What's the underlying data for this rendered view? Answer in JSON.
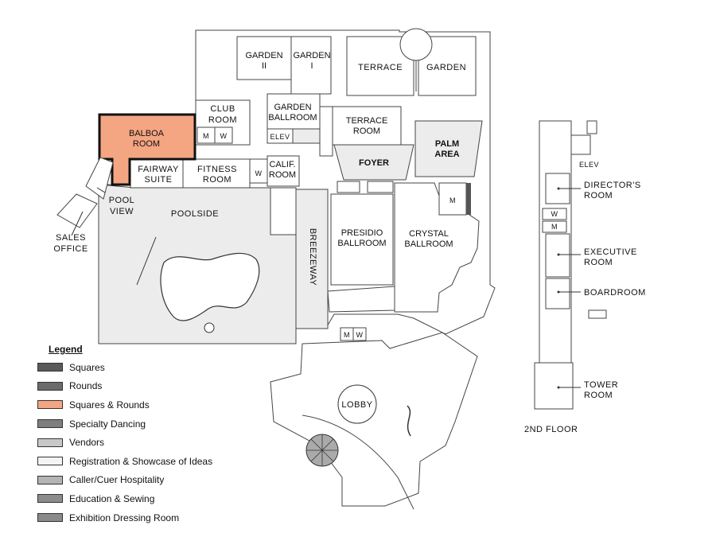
{
  "rooms": {
    "garden_ii": [
      "GARDEN",
      "II"
    ],
    "garden_i": [
      "GARDEN",
      "I"
    ],
    "terrace": "TERRACE",
    "garden": "GARDEN",
    "club_room": [
      "CLUB",
      "ROOM"
    ],
    "garden_ballroom": [
      "GARDEN",
      "BALLROOM"
    ],
    "terrace_room": [
      "TERRACE",
      "ROOM"
    ],
    "balboa_room": [
      "BALBOA",
      "ROOM"
    ],
    "palm_area": [
      "PALM",
      "AREA"
    ],
    "elev_main": "ELEV",
    "foyer": "FOYER",
    "fairway_suite": [
      "FAIRWAY",
      "SUITE"
    ],
    "fitness_room": [
      "FITNESS",
      "ROOM"
    ],
    "calif_room": [
      "CALIF.",
      "ROOM"
    ],
    "pool_view": [
      "POOL",
      "VIEW"
    ],
    "poolside": "POOLSIDE",
    "sales_office": [
      "SALES",
      "OFFICE"
    ],
    "breezeway": "BREEZEWAY",
    "presidio_ballroom": [
      "PRESIDIO",
      "BALLROOM"
    ],
    "crystal_ballroom": [
      "CRYSTAL",
      "BALLROOM"
    ],
    "lobby": "LOBBY",
    "restroom_m": "M",
    "restroom_w": "W"
  },
  "second_floor": {
    "title": "2ND FLOOR",
    "elev": "ELEV",
    "directors_room": [
      "DIRECTOR'S",
      "ROOM"
    ],
    "executive_room": [
      "EXECUTIVE",
      "ROOM"
    ],
    "boardroom": "BOARDROOM",
    "tower_room": [
      "TOWER",
      "ROOM"
    ],
    "restroom_w": "W",
    "restroom_m": "M"
  },
  "legend": {
    "title": "Legend",
    "items": [
      {
        "label": "Squares",
        "color": "#5a5a5a"
      },
      {
        "label": "Rounds",
        "color": "#6b6b6b"
      },
      {
        "label": "Squares & Rounds",
        "color": "#f4a582"
      },
      {
        "label": "Specialty Dancing",
        "color": "#7f7f7f"
      },
      {
        "label": "Vendors",
        "color": "#c8c8c8"
      },
      {
        "label": "Registration & Showcase of Ideas",
        "color": "#f4f4f4"
      },
      {
        "label": "Caller/Cuer Hospitality",
        "color": "#b4b4b4"
      },
      {
        "label": "Education & Sewing",
        "color": "#8c8c8c"
      },
      {
        "label": "Exhibition Dressing Room",
        "color": "#8a8a8a"
      }
    ]
  },
  "highlight": {
    "room": "balboa_room",
    "color": "#f4a582"
  }
}
